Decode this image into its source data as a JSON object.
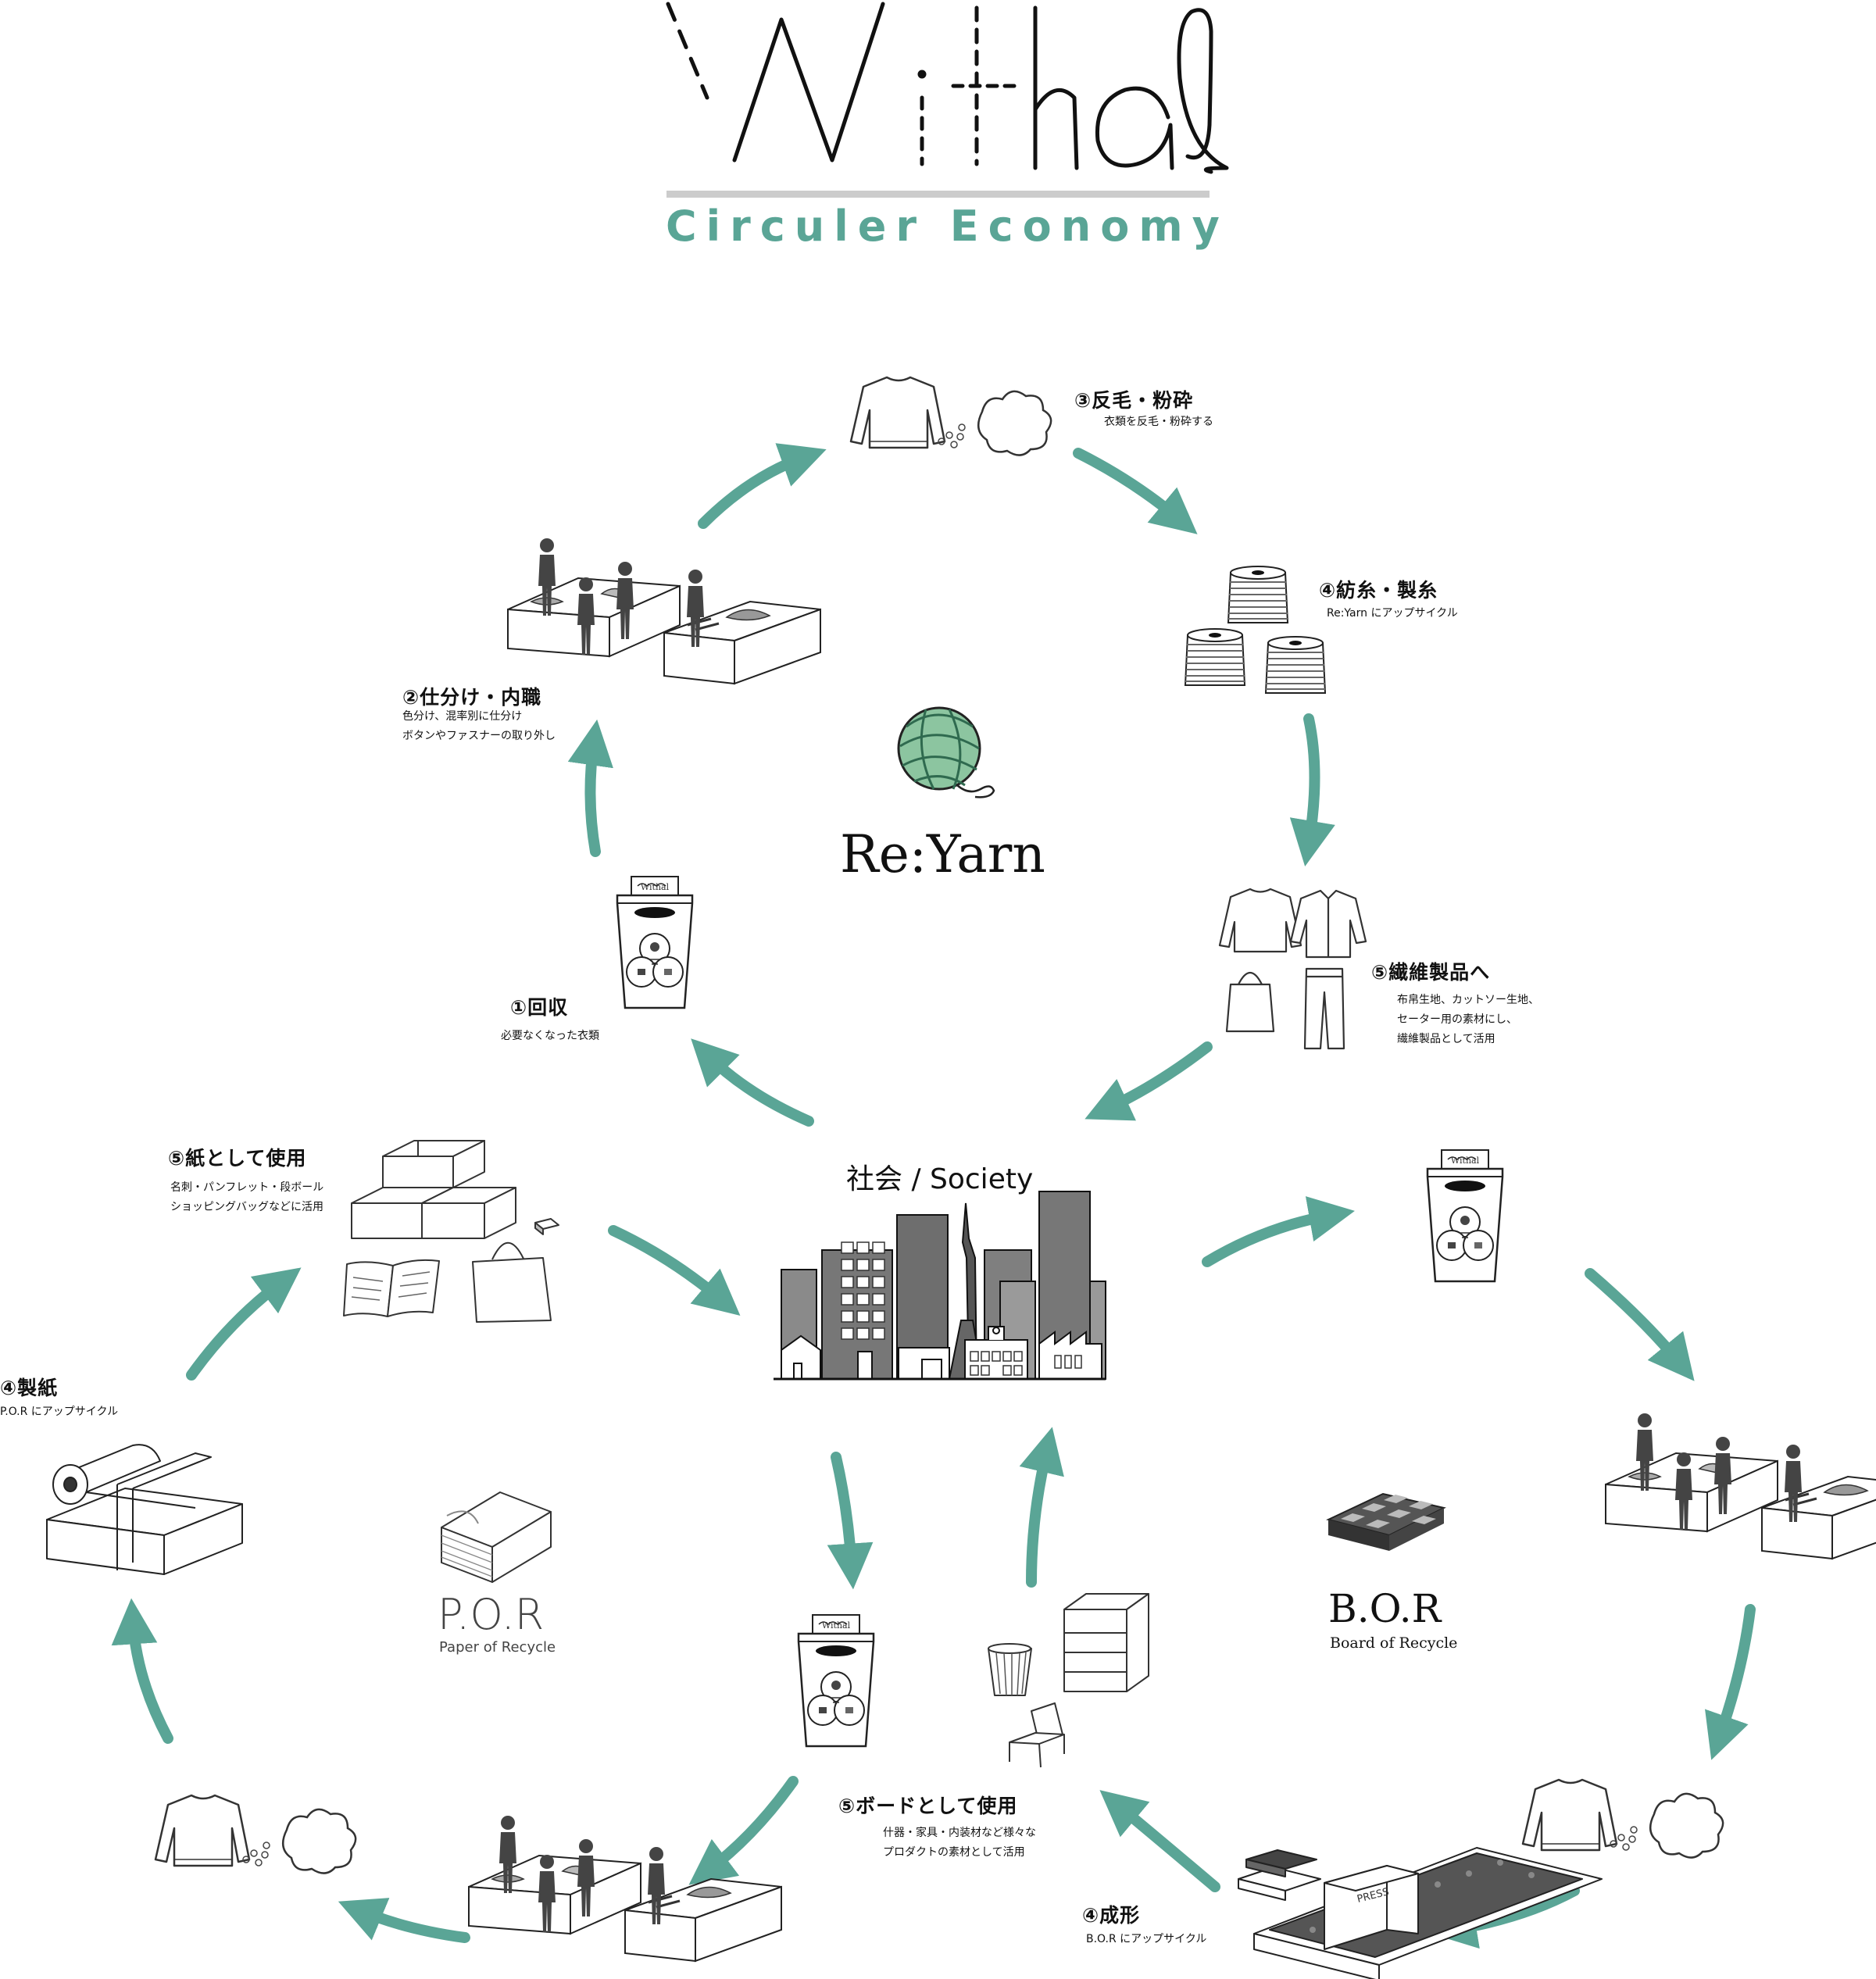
{
  "logo": {
    "wordmark": "Withal",
    "subtitle": "Circuler Economy",
    "colors": {
      "ink": "#111111",
      "teal": "#5aa596",
      "bar": "#cccccc"
    }
  },
  "center": {
    "label": "社会 / Society"
  },
  "reyarn": {
    "brand": "Re:Yarn",
    "steps": [
      {
        "title": "①回収",
        "lines": [
          "必要なくなった衣類"
        ]
      },
      {
        "title": "②仕分け・内職",
        "lines": [
          "色分け、混率別に仕分け",
          "ボタンやファスナーの取り外し"
        ]
      },
      {
        "title": "③反毛・粉砕",
        "lines": [
          "衣類を反毛・粉砕する"
        ]
      },
      {
        "title": "④紡糸・製糸",
        "lines": [
          "Re:Yarn にアップサイクル"
        ]
      },
      {
        "title": "⑤繊維製品へ",
        "lines": [
          "布帛生地、カットソー生地、",
          "セーター用の素材にし、",
          "繊維製品として活用"
        ]
      }
    ]
  },
  "por": {
    "brand": "P.O.R",
    "brand_sub": "Paper of Recycle",
    "steps": [
      {
        "title": "④製紙",
        "lines": [
          "P.O.R にアップサイクル"
        ]
      },
      {
        "title": "⑤紙として使用",
        "lines": [
          "名刺・パンフレット・段ボール",
          "ショッピングバッグなどに活用"
        ]
      }
    ]
  },
  "bor": {
    "brand": "B.O.R",
    "brand_sub": "Board of Recycle",
    "steps": [
      {
        "title": "④成形",
        "lines": [
          "B.O.R にアップサイクル"
        ]
      },
      {
        "title": "⑤ボードとして使用",
        "lines": [
          "什器・家具・内装材など様々な",
          "プロダクトの素材として活用"
        ]
      }
    ]
  },
  "icons": {
    "bin_label": "Withal",
    "press_label": "PRESS",
    "names": [
      "collection-bin-icon",
      "sorting-workers-icon",
      "sweater-fluff-icon",
      "yarn-cones-icon",
      "textile-products-icon",
      "yarn-ball-icon",
      "city-icon",
      "paper-products-icon",
      "paper-roll-machine-icon",
      "paper-stack-icon",
      "furniture-icon",
      "board-icon",
      "press-machine-icon"
    ]
  }
}
